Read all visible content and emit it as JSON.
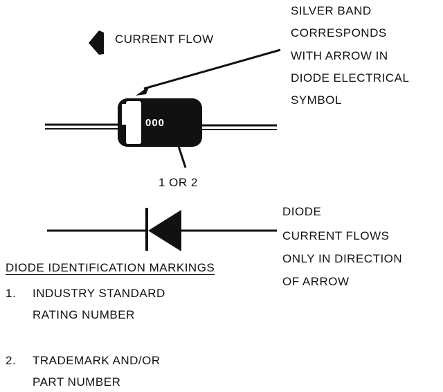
{
  "current_flow_label": "CURRENT FLOW",
  "silver_band_note": {
    "lines": [
      "SILVER BAND",
      "CORRESPONDS",
      "WITH ARROW IN",
      "DIODE ELECTRICAL",
      "SYMBOL"
    ]
  },
  "body_marking": "000",
  "marking_callout": "1 OR 2",
  "diode_note": {
    "lines": [
      "DIODE",
      "CURRENT FLOWS",
      "ONLY IN DIRECTION",
      "OF ARROW"
    ]
  },
  "markings": {
    "title": "DIODE IDENTIFICATION MARKINGS",
    "items": [
      {
        "num": "1.",
        "lines": [
          "INDUSTRY STANDARD",
          "RATING NUMBER"
        ]
      },
      {
        "num": "2.",
        "lines": [
          "TRADEMARK AND/OR",
          "PART NUMBER"
        ]
      }
    ]
  },
  "colors": {
    "ink": "#111111",
    "band": "#ffffff",
    "background": "#ffffff"
  }
}
